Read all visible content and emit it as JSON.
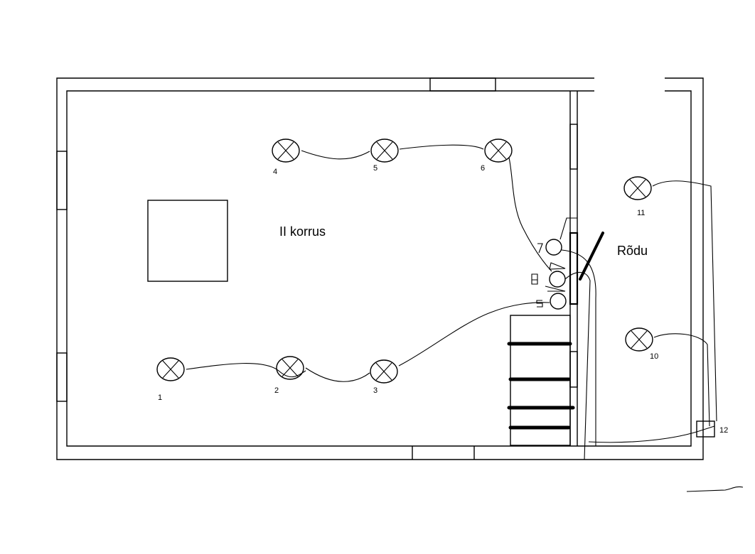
{
  "rooms": {
    "main": "II korrus",
    "balcony": "Rõdu"
  },
  "fixtures": [
    {
      "id": "1",
      "type": "lamp"
    },
    {
      "id": "2",
      "type": "lamp"
    },
    {
      "id": "3",
      "type": "lamp"
    },
    {
      "id": "4",
      "type": "lamp"
    },
    {
      "id": "5",
      "type": "lamp"
    },
    {
      "id": "6",
      "type": "lamp"
    },
    {
      "id": "10",
      "type": "lamp"
    },
    {
      "id": "11",
      "type": "lamp"
    },
    {
      "id": "12",
      "type": "junction-box"
    }
  ],
  "colors": {
    "line": "#000000",
    "background": "#ffffff"
  }
}
